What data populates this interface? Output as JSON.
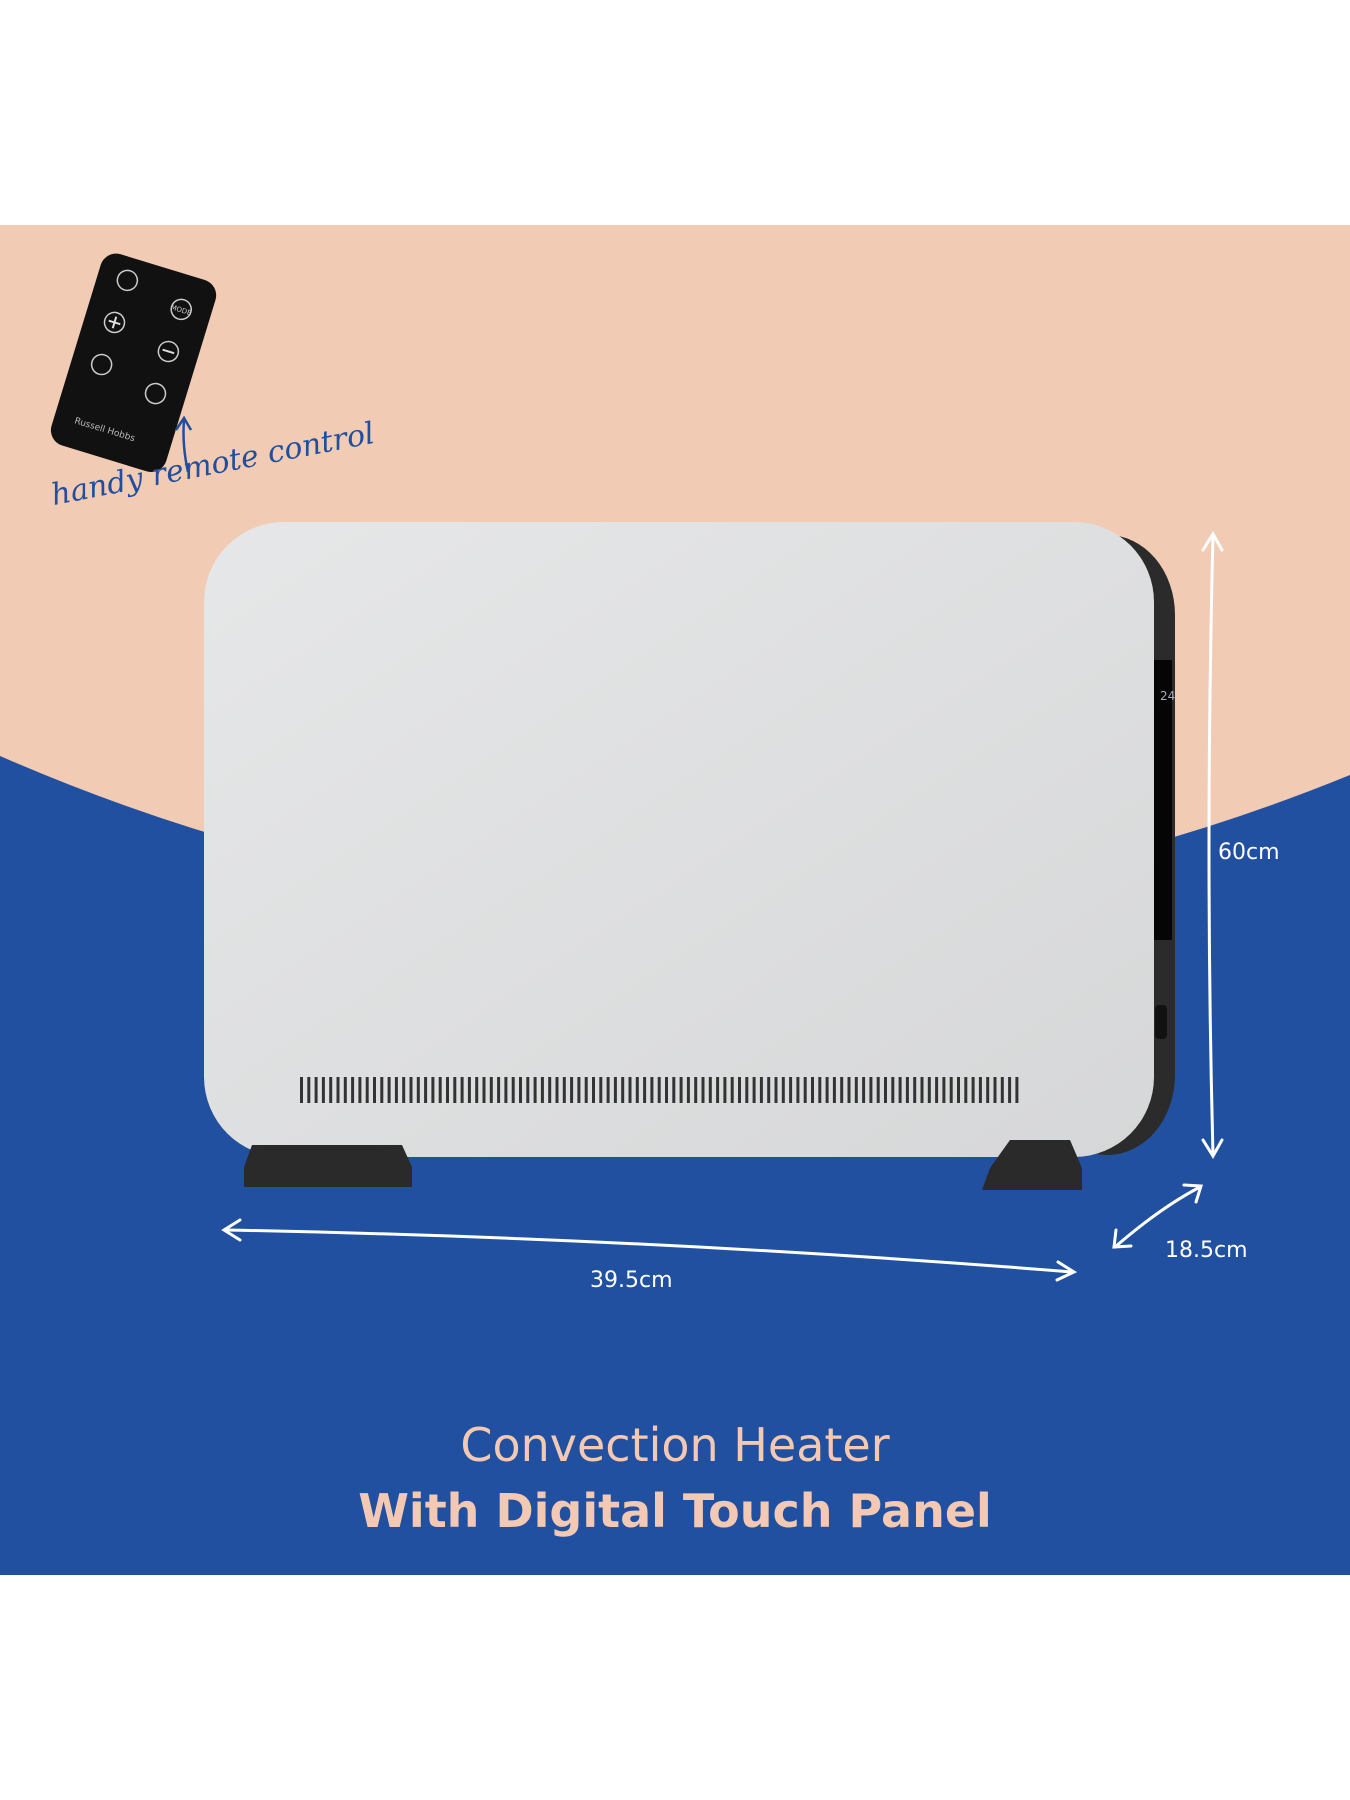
{
  "colors": {
    "peach": "#f1cbb4",
    "blue": "#2250a0",
    "heater_white": "#dedfe0",
    "title": "#f3c9b3"
  },
  "remote": {
    "brand": "Russell Hobbs",
    "mode_label": "MODE",
    "icons": [
      "power-icon",
      "mode-icon",
      "plus-icon",
      "minus-icon",
      "sun-icon",
      "timer-icon"
    ]
  },
  "annotation": {
    "remote_caption": "handy remote control"
  },
  "dimensions": {
    "height": "60cm",
    "width": "39.5cm",
    "depth": "18.5cm"
  },
  "title": {
    "line1": "Convection Heater",
    "line2": "With Digital Touch Panel"
  }
}
